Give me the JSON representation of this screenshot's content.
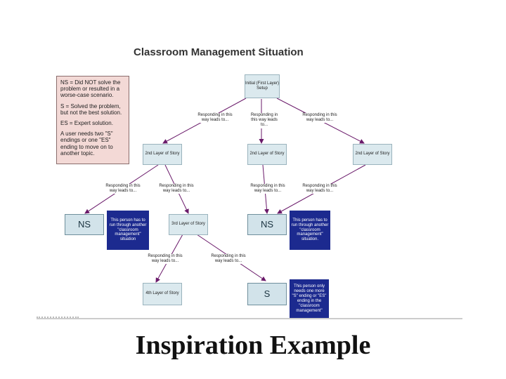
{
  "diagram_title": "Classroom Management Situation",
  "slide_title": "Inspiration Example",
  "legend": {
    "lines": [
      "NS = Did NOT solve the problem or resulted in a worse-case scenario.",
      "S = Solved the problem, but not the best solution.",
      "ES = Expert solution.",
      "A user needs two \"S\" endings or one \"ES\" ending to move on to another topic."
    ]
  },
  "nodes": {
    "initial": "Initial (First Layer) Setup",
    "layer2_left": "2nd Layer of Story",
    "layer2_center": "2nd Layer of Story",
    "layer2_right": "2nd Layer of Story",
    "layer3": "3rd Layer of Story",
    "layer4": "4th Layer of Story",
    "ns_left": "NS",
    "ns_right": "NS",
    "s_bottom": "S"
  },
  "notes": {
    "ns_left": "This person has to run through another \"classroom management\" situation",
    "ns_right": "This person has to run through another \"classroom management\" situation.",
    "s_bottom": "This person only needs one more \"S\" ending or \"ES\" ending in the \"classroom management\""
  },
  "edges": {
    "initial_to_left": "Responding in this way leads to...",
    "initial_to_center": "Responding in this way leads to...",
    "initial_to_right": "Responding in this way leads to...",
    "left_to_ns": "Responding in this way leads to...",
    "left_to_layer3": "Responding in this way leads to...",
    "center_to_ns": "Responding in this way leads to...",
    "right_to_ns": "Responding in this way leads to...",
    "layer3_to_layer4": "Responding in this way leads to...",
    "layer3_to_s": "Responding in this way leads to..."
  },
  "colors": {
    "story_box": "#dbe9ee",
    "outcome_box": "#d2e3ea",
    "note_box": "#1c2a8f",
    "legend_box": "#f3d9d6",
    "arrow": "#6a1a6a"
  }
}
